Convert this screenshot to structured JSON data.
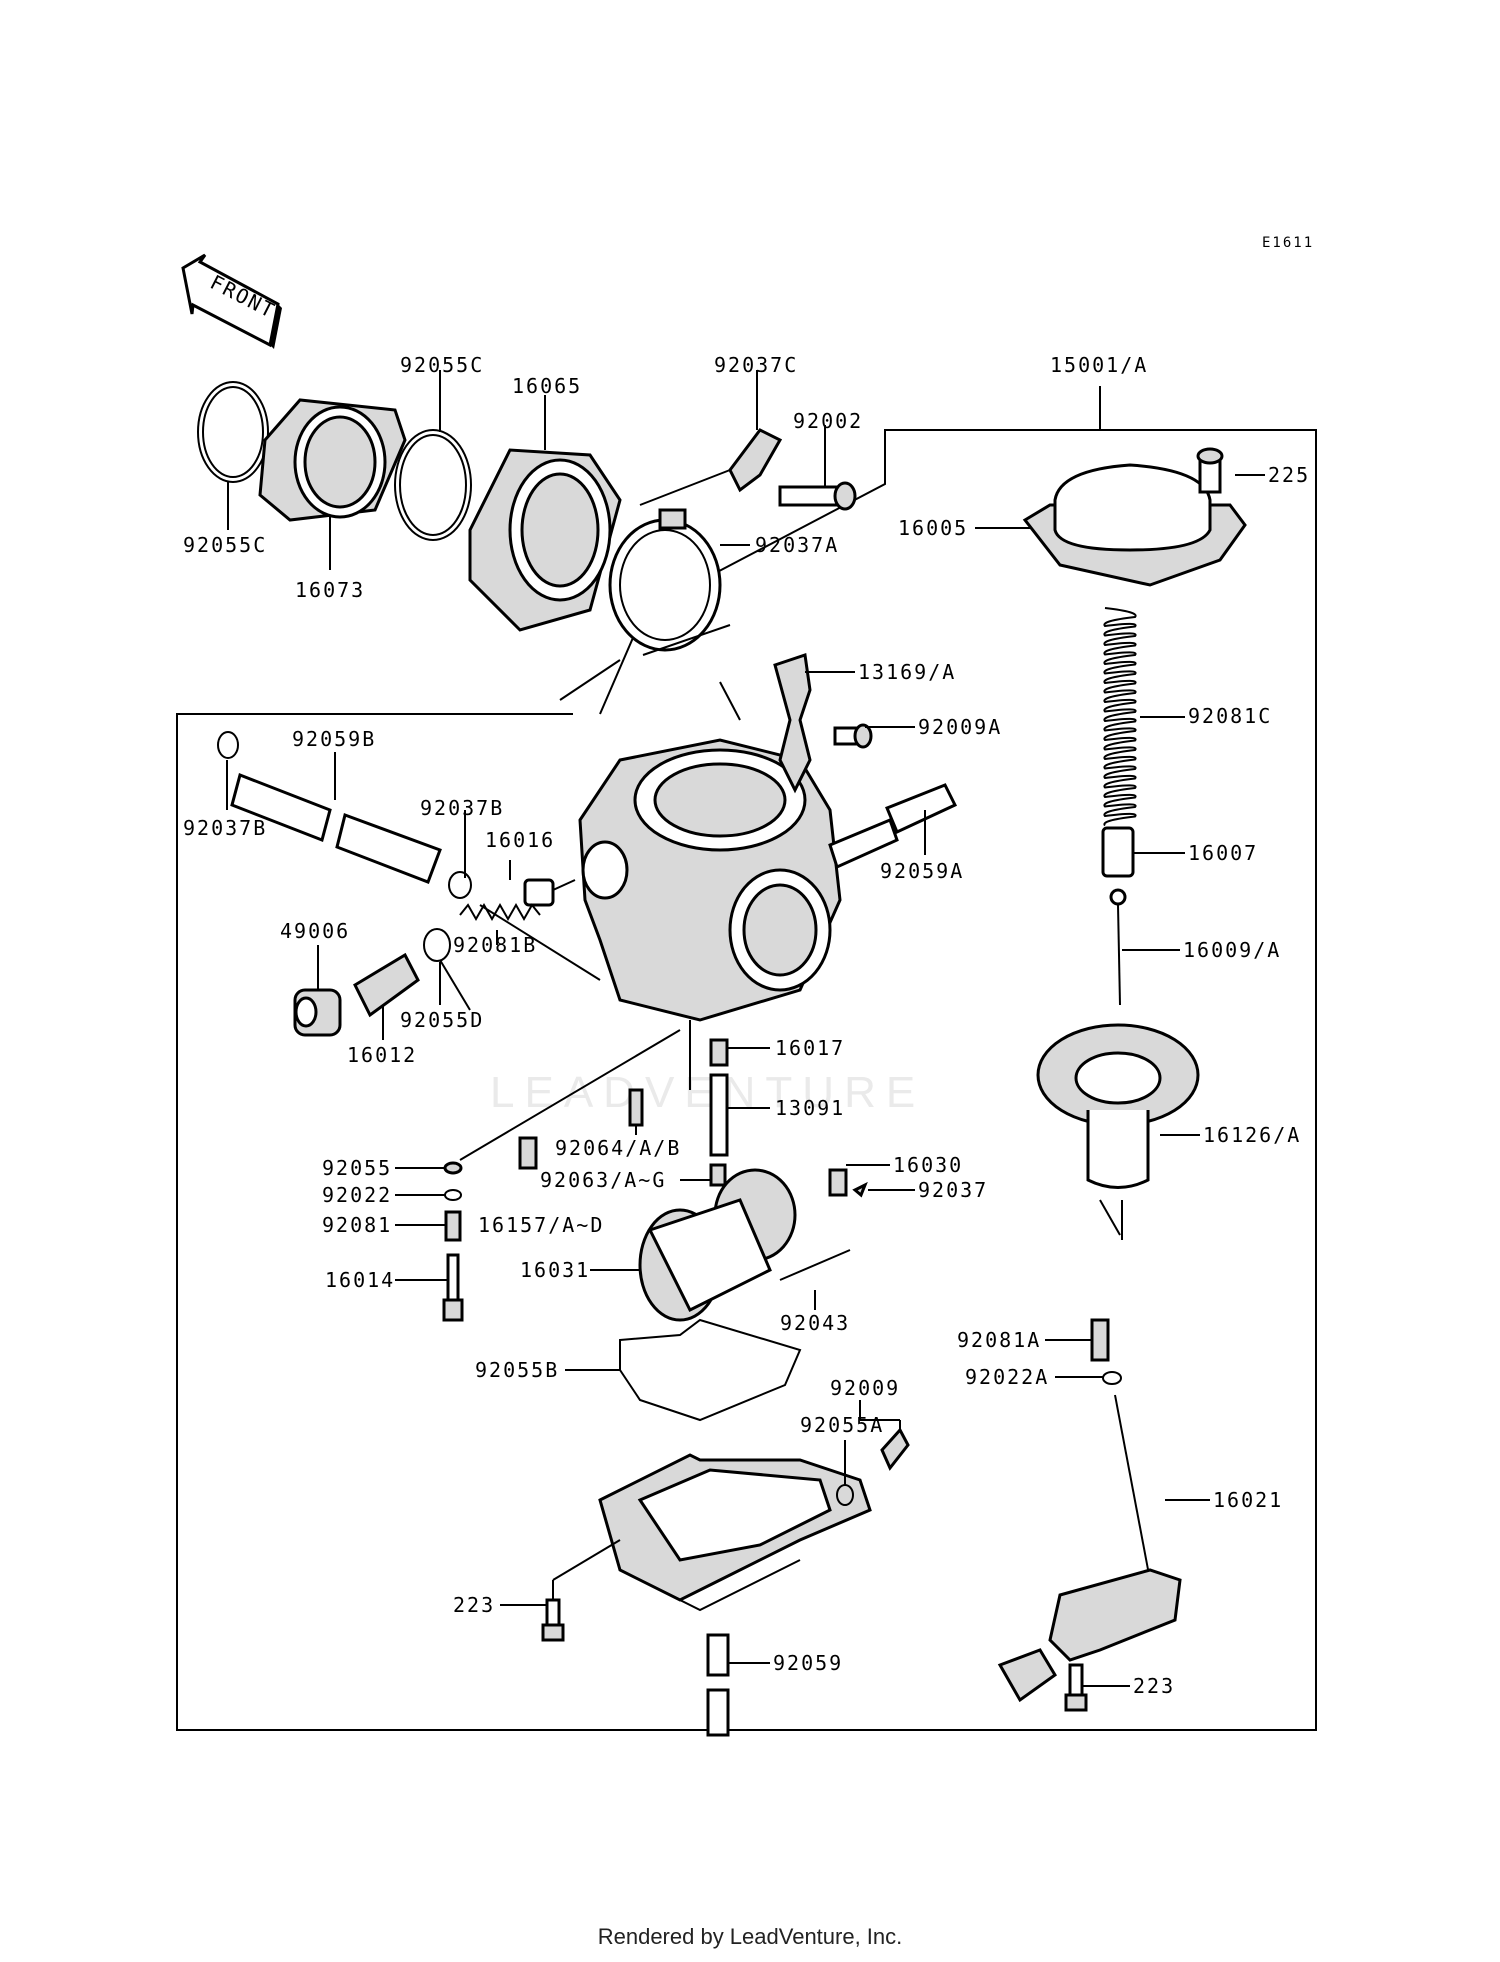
{
  "diagram": {
    "code": "E1611",
    "front_arrow": "FRONT",
    "watermark": "LEADVENTURE",
    "labels": {
      "p92055C_top": "92055C",
      "p92055C_bottom": "92055C",
      "p16073": "16073",
      "p16065": "16065",
      "p92037C": "92037C",
      "p92002": "92002",
      "p92037A": "92037A",
      "p15001": "15001/A",
      "p225": "225",
      "p16005": "16005",
      "p92081C": "92081C",
      "p16007": "16007",
      "p16009": "16009/A",
      "p16126": "16126/A",
      "p13169": "13169/A",
      "p92009A": "92009A",
      "p92059B": "92059B",
      "p92037B_left": "92037B",
      "p92037B_mid": "92037B",
      "p16016": "16016",
      "p92059A": "92059A",
      "p49006": "49006",
      "p92081B": "92081B",
      "p92055D": "92055D",
      "p16012": "16012",
      "p16017": "16017",
      "p13091": "13091",
      "p92064": "92064/A/B",
      "p92063": "92063/A~G",
      "p16157": "16157/A~D",
      "p92055": "92055",
      "p92022": "92022",
      "p92081": "92081",
      "p16014": "16014",
      "p16030": "16030",
      "p92037": "92037",
      "p16031": "16031",
      "p92043": "92043",
      "p92055B": "92055B",
      "p92009": "92009",
      "p92055A": "92055A",
      "p223_left": "223",
      "p92059": "92059",
      "p92081A": "92081A",
      "p92022A": "92022A",
      "p16021": "16021",
      "p223_right": "223"
    }
  },
  "footer": "Rendered by LeadVenture, Inc."
}
